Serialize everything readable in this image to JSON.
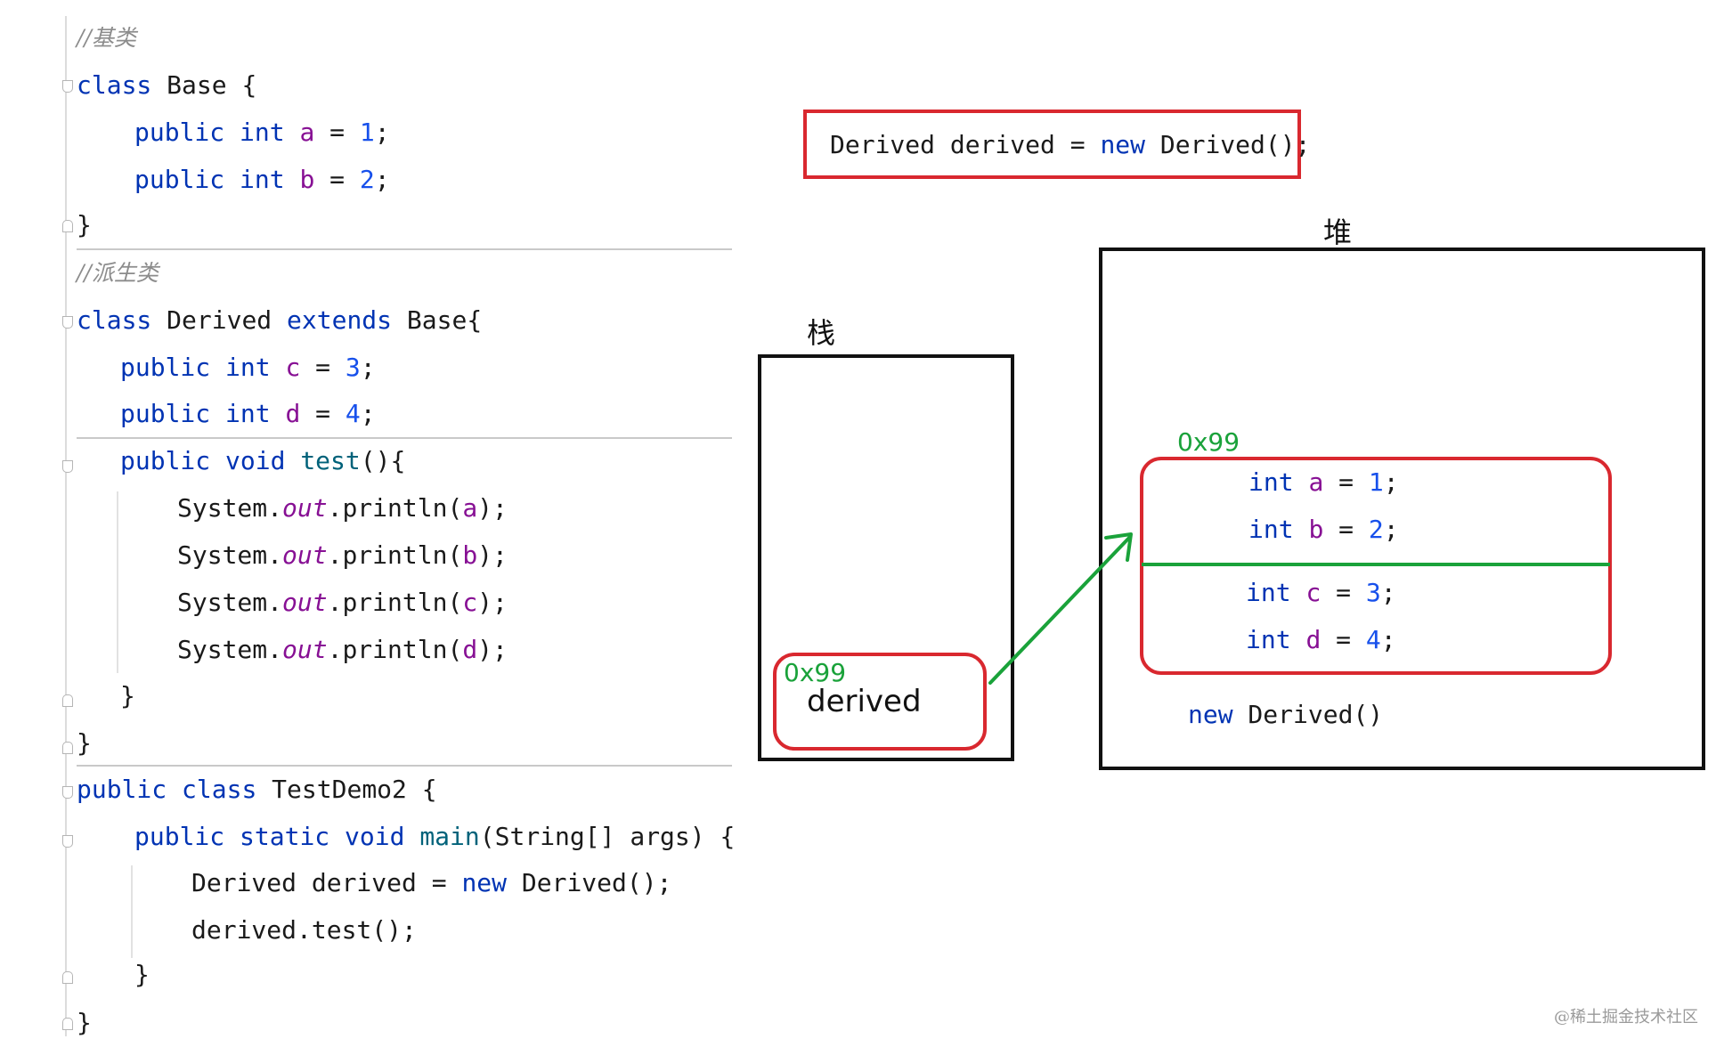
{
  "code": {
    "comment_base": "//基类",
    "class_base_kw": "class",
    "class_base_name": " Base {",
    "base_field_a": {
      "mod": "public",
      "type": "int",
      "name": "a",
      "eq": " = ",
      "val": "1",
      "end": ";"
    },
    "base_field_b": {
      "mod": "public",
      "type": "int",
      "name": "b",
      "eq": " = ",
      "val": "2",
      "end": ";"
    },
    "brace_close": "}",
    "comment_derived": "//派生类",
    "class_derived": {
      "kw": "class",
      "name": " Derived ",
      "ext": "extends",
      "base": " Base{"
    },
    "derived_field_c": {
      "mod": "public",
      "type": "int",
      "name": "c",
      "eq": " = ",
      "val": "3",
      "end": ";"
    },
    "derived_field_d": {
      "mod": "public",
      "type": "int",
      "name": "d",
      "eq": " = ",
      "val": "4",
      "end": ";"
    },
    "test_method": {
      "mod": "public",
      "ret": "void",
      "name": "test",
      "rest": "(){"
    },
    "println_lines": [
      {
        "pre": "System.",
        "out": "out",
        "mid": ".println(",
        "arg": "a",
        "end": ");"
      },
      {
        "pre": "System.",
        "out": "out",
        "mid": ".println(",
        "arg": "b",
        "end": ");"
      },
      {
        "pre": "System.",
        "out": "out",
        "mid": ".println(",
        "arg": "c",
        "end": ");"
      },
      {
        "pre": "System.",
        "out": "out",
        "mid": ".println(",
        "arg": "d",
        "end": ");"
      }
    ],
    "class_test": {
      "mod": "public",
      "kw": "class",
      "name": " TestDemo2 {"
    },
    "main_method": {
      "mod": "public",
      "st": "static",
      "ret": "void",
      "name": "main",
      "rest": "(String[] args) {"
    },
    "main_line1": {
      "pre": "Derived derived = ",
      "kw": "new",
      "post": " Derived();"
    },
    "main_line2": "derived.test();"
  },
  "diagram": {
    "statement": {
      "pre": "Derived derived = ",
      "kw": "new",
      "post": " Derived();"
    },
    "stack_label": "栈",
    "heap_label": "堆",
    "stack_ref_addr": "0x99",
    "stack_ref_name": "derived",
    "heap_addr": "0x99",
    "heap_fields_base": [
      {
        "type": "int",
        "name": "a",
        "eq": " = ",
        "val": "1",
        "end": ";"
      },
      {
        "type": "int",
        "name": "b",
        "eq": " = ",
        "val": "2",
        "end": ";"
      }
    ],
    "heap_fields_derived": [
      {
        "type": "int",
        "name": "c",
        "eq": " = ",
        "val": "3",
        "end": ";"
      },
      {
        "type": "int",
        "name": "d",
        "eq": " = ",
        "val": "4",
        "end": ";"
      }
    ],
    "heap_caption": {
      "kw": "new",
      "post": " Derived()"
    }
  },
  "watermark": "@稀土掘金技术社区",
  "colors": {
    "keyword": "#0033b3",
    "field": "#871094",
    "number": "#1750eb",
    "method": "#00627a",
    "red": "#d9282f",
    "green": "#1aa23a"
  }
}
